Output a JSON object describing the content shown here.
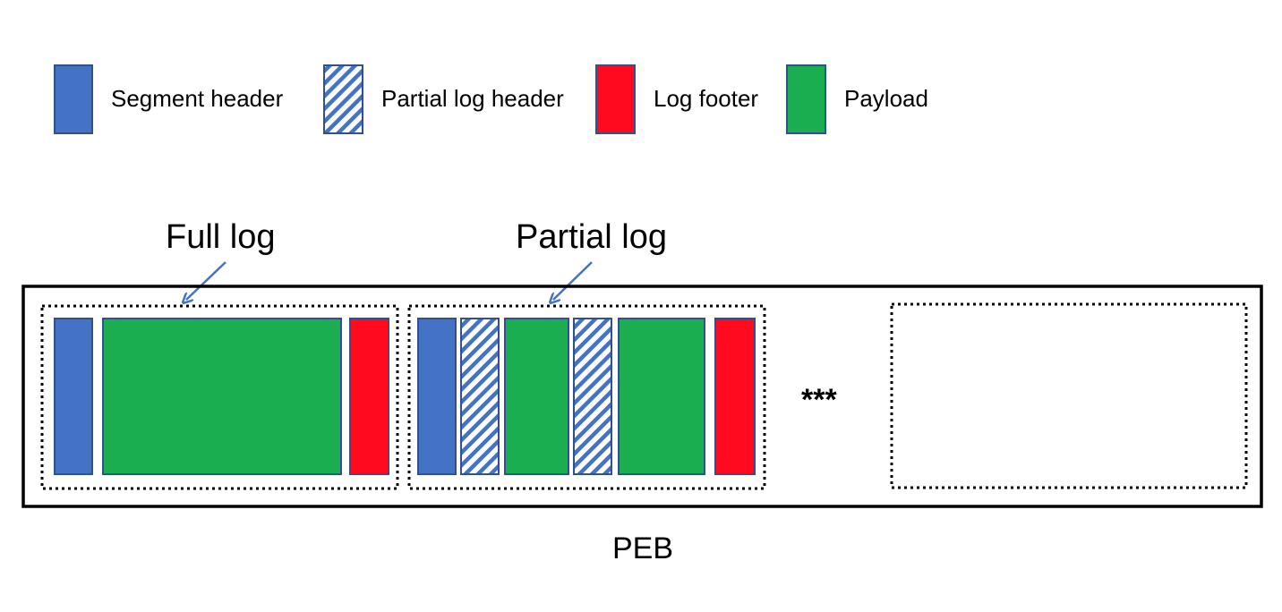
{
  "legend": {
    "items": [
      {
        "label": "Segment header",
        "fill": "segment-header"
      },
      {
        "label": "Partial log header",
        "fill": "partial-log-header"
      },
      {
        "label": "Log footer",
        "fill": "log-footer"
      },
      {
        "label": "Payload",
        "fill": "payload"
      }
    ]
  },
  "labels": {
    "full_log": "Full log",
    "partial_log": "Partial log",
    "ellipsis": "***",
    "peb": "PEB"
  },
  "colors": {
    "segment_header": "#4472C4",
    "payload": "#1AAE50",
    "log_footer": "#FF0A1E",
    "partial_log_header_stripe": "#4472C4",
    "border": "#2F528F",
    "arrow": "#4472C4"
  }
}
